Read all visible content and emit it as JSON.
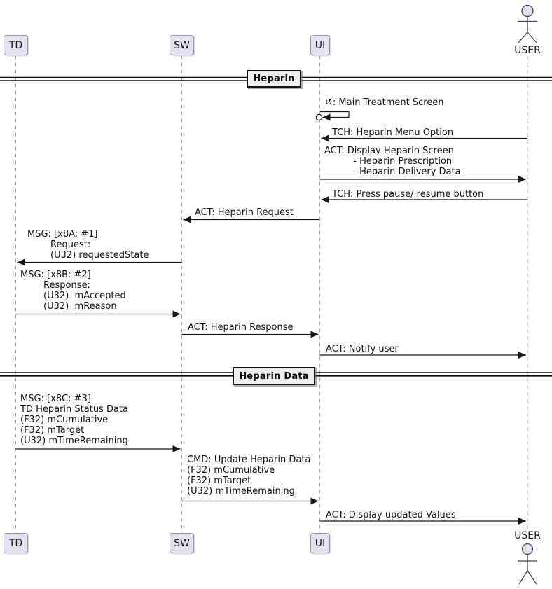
{
  "theme": {
    "bg": "#ffffff",
    "participant-fill": "#E2E2F0",
    "participant-border": "#9494ad",
    "divider-fill": "#EEEEEE",
    "divider-border": "#141414",
    "line-color": "#181818",
    "lifeline-color": "#a5a5a5",
    "text-color": "#131313"
  },
  "participants": {
    "td": "TD",
    "sw": "SW",
    "ui": "UI",
    "user": "USER"
  },
  "dividers": {
    "heparin": "Heparin",
    "heparin_data": "Heparin Data"
  },
  "messages": {
    "self_main_screen": "↺: Main Treatment Screen",
    "tch_menu": "TCH: Heparin Menu Option",
    "act_display_screen": "ACT: Display Heparin Screen\n          - Heparin Prescription\n          - Heparin Delivery Data",
    "tch_pause": "TCH: Press pause/ resume button",
    "act_request": "ACT: Heparin Request",
    "msg_x8a": "MSG: [x8A: #1]\n        Request:\n        (U32) requestedState",
    "msg_x8b": "MSG: [x8B: #2]\n        Response:\n        (U32)  mAccepted\n        (U32)  mReason",
    "act_response": "ACT: Heparin Response",
    "act_notify": "ACT: Notify user",
    "msg_x8c": "MSG: [x8C: #3]\nTD Heparin Status Data\n(F32) mCumulative\n(F32) mTarget\n(U32) mTimeRemaining",
    "cmd_update": "CMD: Update Heparin Data\n(F32) mCumulative\n(F32) mTarget\n(U32) mTimeRemaining",
    "act_updated": "ACT: Display updated Values"
  }
}
